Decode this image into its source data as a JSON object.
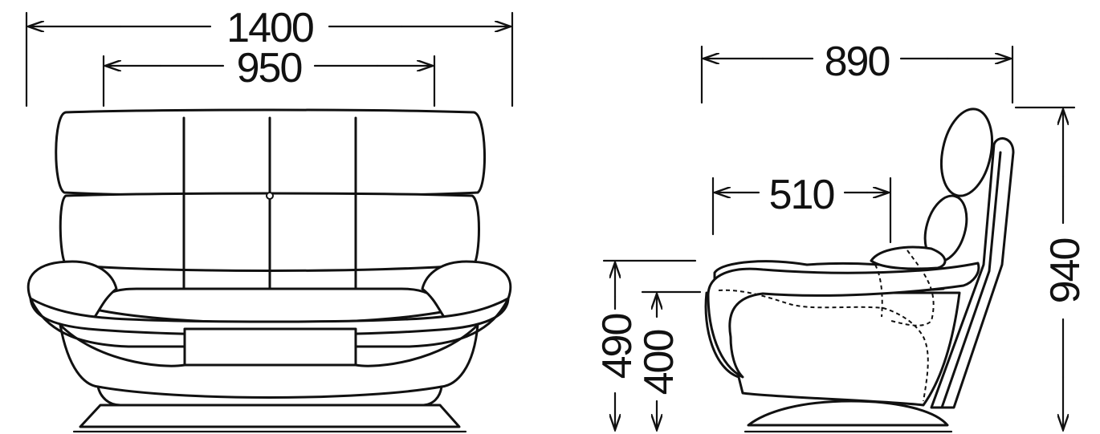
{
  "dimensions": {
    "overall_width": "1400",
    "seat_width": "950",
    "depth": "890",
    "seat_depth": "510",
    "overall_height": "940",
    "arm_height": "490",
    "seat_height": "400"
  },
  "colors": {
    "line": "#111111",
    "background": "#ffffff"
  }
}
